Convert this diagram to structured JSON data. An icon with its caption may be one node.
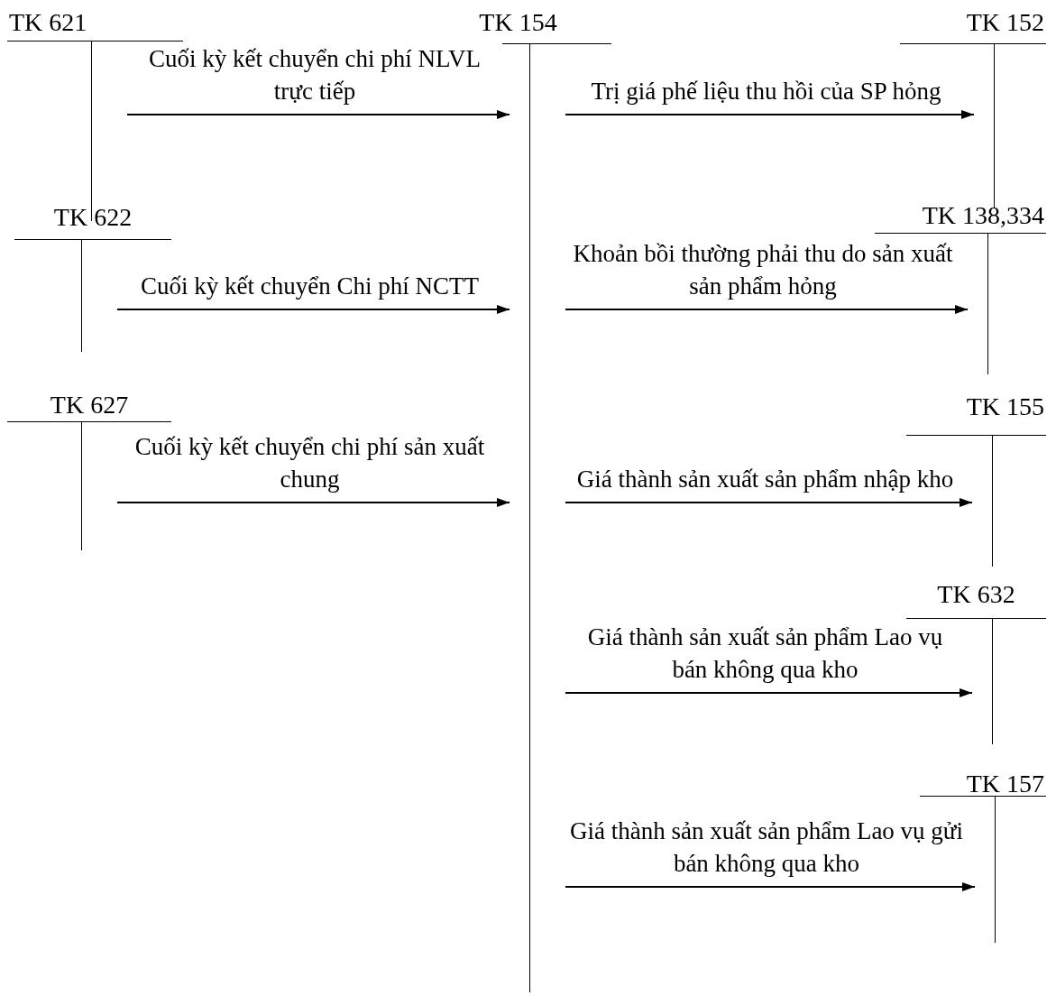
{
  "diagram": {
    "nodes": [
      {
        "text": [
          "TK 621"
        ]
      },
      {
        "text": [
          "TK 154"
        ]
      },
      {
        "text": [
          "TK 152"
        ]
      },
      {
        "text": [
          "TK 622"
        ]
      },
      {
        "text": [
          "TK 138,334"
        ]
      },
      {
        "text": [
          "TK 627"
        ]
      },
      {
        "text": [
          "TK 155"
        ]
      },
      {
        "text": [
          "TK 632"
        ]
      },
      {
        "text": [
          "TK 157"
        ]
      }
    ],
    "edges": [
      {
        "from": 0,
        "to": 1,
        "arrow": "to",
        "label": "Cuối kỳ kết chuyển chi phí NLVL trực tiếp"
      },
      {
        "from": 1,
        "to": 2,
        "arrow": "to",
        "label": "Trị giá phế liệu thu hồi của SP hỏng"
      },
      {
        "from": 3,
        "to": 1,
        "arrow": "to",
        "label": "Cuối kỳ kết chuyển Chi phí NCTT"
      },
      {
        "from": 1,
        "to": 4,
        "arrow": "to",
        "label": "Khoản bồi thường phải thu do sản xuất sản phẩm hỏng"
      },
      {
        "from": 5,
        "to": 1,
        "arrow": "to",
        "label": "Cuối kỳ kết chuyển chi phí sản xuất chung"
      },
      {
        "from": 1,
        "to": 6,
        "arrow": "to",
        "label": "Giá thành sản xuất sản phẩm nhập kho"
      },
      {
        "from": 1,
        "to": 7,
        "arrow": "to",
        "label": "Giá thành sản xuất sản phẩm Lao vụ bán không qua kho"
      },
      {
        "from": 1,
        "to": 8,
        "arrow": "to",
        "label": "Giá thành sản xuất sản phẩm Lao vụ gửi bán không qua kho"
      }
    ]
  }
}
